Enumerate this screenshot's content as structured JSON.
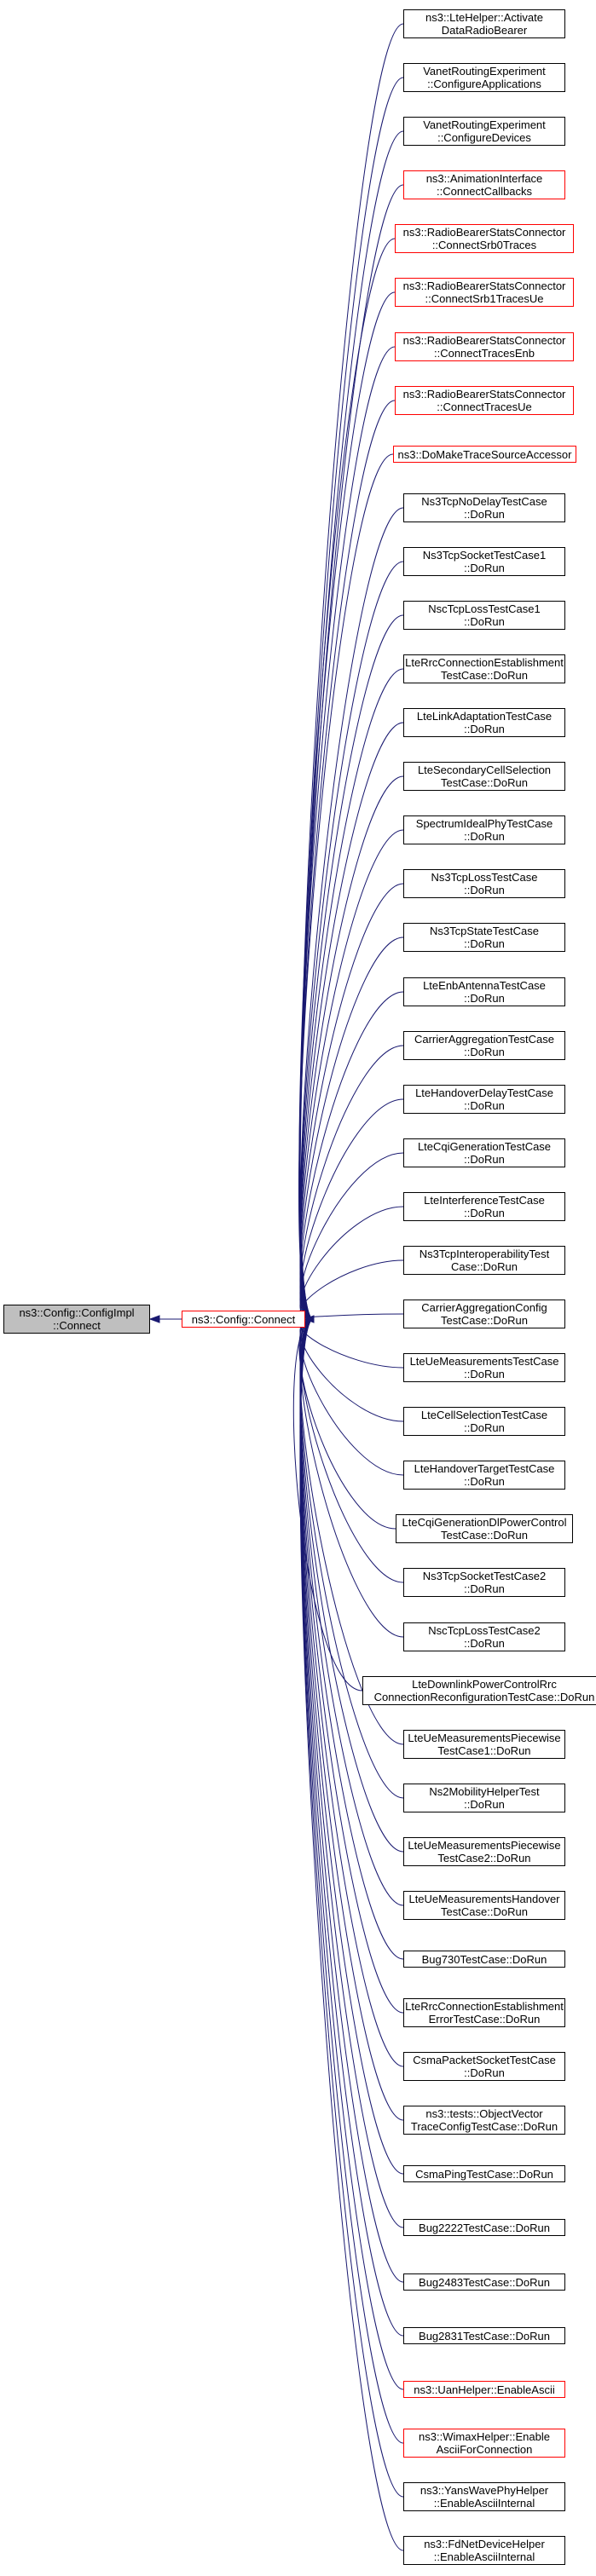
{
  "colors": {
    "edge": "#191970",
    "text": "#000000",
    "normal_border": "#000000",
    "undocumented_border": "#ff0000",
    "root_fill": "#bfbfbf",
    "background": "#ffffff"
  },
  "root": {
    "label": "ns3::Config::ConfigImpl\n::Connect"
  },
  "hub": {
    "label": "ns3::Config::Connect"
  },
  "callers": [
    {
      "label": "ns3::LteHelper::Activate\nDataRadioBearer",
      "documented": true
    },
    {
      "label": "VanetRoutingExperiment\n::ConfigureApplications",
      "documented": true
    },
    {
      "label": "VanetRoutingExperiment\n::ConfigureDevices",
      "documented": true
    },
    {
      "label": "ns3::AnimationInterface\n::ConnectCallbacks",
      "documented": false
    },
    {
      "label": "ns3::RadioBearerStatsConnector\n::ConnectSrb0Traces",
      "documented": false
    },
    {
      "label": "ns3::RadioBearerStatsConnector\n::ConnectSrb1TracesUe",
      "documented": false
    },
    {
      "label": "ns3::RadioBearerStatsConnector\n::ConnectTracesEnb",
      "documented": false
    },
    {
      "label": "ns3::RadioBearerStatsConnector\n::ConnectTracesUe",
      "documented": false
    },
    {
      "label": "ns3::DoMakeTraceSourceAccessor",
      "documented": false
    },
    {
      "label": "Ns3TcpNoDelayTestCase\n::DoRun",
      "documented": true
    },
    {
      "label": "Ns3TcpSocketTestCase1\n::DoRun",
      "documented": true
    },
    {
      "label": "NscTcpLossTestCase1\n::DoRun",
      "documented": true
    },
    {
      "label": "LteRrcConnectionEstablishment\nTestCase::DoRun",
      "documented": true
    },
    {
      "label": "LteLinkAdaptationTestCase\n::DoRun",
      "documented": true
    },
    {
      "label": "LteSecondaryCellSelection\nTestCase::DoRun",
      "documented": true
    },
    {
      "label": "SpectrumIdealPhyTestCase\n::DoRun",
      "documented": true
    },
    {
      "label": "Ns3TcpLossTestCase\n::DoRun",
      "documented": true
    },
    {
      "label": "Ns3TcpStateTestCase\n::DoRun",
      "documented": true
    },
    {
      "label": "LteEnbAntennaTestCase\n::DoRun",
      "documented": true
    },
    {
      "label": "CarrierAggregationTestCase\n::DoRun",
      "documented": true
    },
    {
      "label": "LteHandoverDelayTestCase\n::DoRun",
      "documented": true
    },
    {
      "label": "LteCqiGenerationTestCase\n::DoRun",
      "documented": true
    },
    {
      "label": "LteInterferenceTestCase\n::DoRun",
      "documented": true
    },
    {
      "label": "Ns3TcpInteroperabilityTest\nCase::DoRun",
      "documented": true
    },
    {
      "label": "CarrierAggregationConfig\nTestCase::DoRun",
      "documented": true
    },
    {
      "label": "LteUeMeasurementsTestCase\n::DoRun",
      "documented": true
    },
    {
      "label": "LteCellSelectionTestCase\n::DoRun",
      "documented": true
    },
    {
      "label": "LteHandoverTargetTestCase\n::DoRun",
      "documented": true
    },
    {
      "label": "LteCqiGenerationDlPowerControl\nTestCase::DoRun",
      "documented": true
    },
    {
      "label": "Ns3TcpSocketTestCase2\n::DoRun",
      "documented": true
    },
    {
      "label": "NscTcpLossTestCase2\n::DoRun",
      "documented": true
    },
    {
      "label": "LteDownlinkPowerControlRrc\nConnectionReconfigurationTestCase::DoRun",
      "documented": true
    },
    {
      "label": "LteUeMeasurementsPiecewise\nTestCase1::DoRun",
      "documented": true
    },
    {
      "label": "Ns2MobilityHelperTest\n::DoRun",
      "documented": true
    },
    {
      "label": "LteUeMeasurementsPiecewise\nTestCase2::DoRun",
      "documented": true
    },
    {
      "label": "LteUeMeasurementsHandover\nTestCase::DoRun",
      "documented": true
    },
    {
      "label": "Bug730TestCase::DoRun",
      "documented": true
    },
    {
      "label": "LteRrcConnectionEstablishment\nErrorTestCase::DoRun",
      "documented": true
    },
    {
      "label": "CsmaPacketSocketTestCase\n::DoRun",
      "documented": true
    },
    {
      "label": "ns3::tests::ObjectVector\nTraceConfigTestCase::DoRun",
      "documented": true
    },
    {
      "label": "CsmaPingTestCase::DoRun",
      "documented": true
    },
    {
      "label": "Bug2222TestCase::DoRun",
      "documented": true
    },
    {
      "label": "Bug2483TestCase::DoRun",
      "documented": true
    },
    {
      "label": "Bug2831TestCase::DoRun",
      "documented": true
    },
    {
      "label": "ns3::UanHelper::EnableAscii",
      "documented": false
    },
    {
      "label": "ns3::WimaxHelper::Enable\nAsciiForConnection",
      "documented": false
    },
    {
      "label": "ns3::YansWavePhyHelper\n::EnableAsciiInternal",
      "documented": true
    },
    {
      "label": "ns3::FdNetDeviceHelper\n::EnableAsciiInternal",
      "documented": true
    }
  ]
}
